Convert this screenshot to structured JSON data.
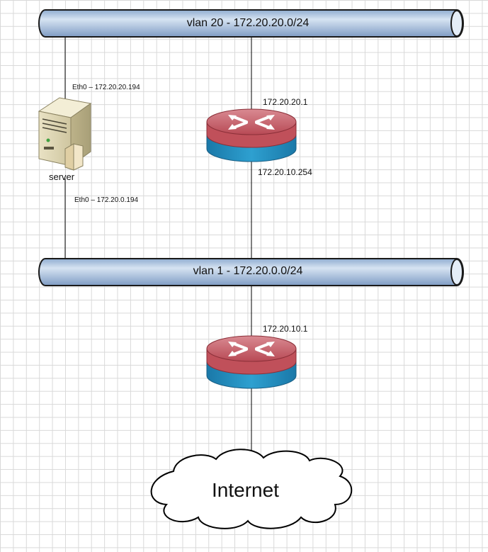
{
  "buses": {
    "top": {
      "label": "vlan 20 - 172.20.20.0/24"
    },
    "bottom": {
      "label": "vlan 1 - 172.20.0.0/24"
    }
  },
  "server": {
    "name": "server",
    "eth_top": "Eth0 – 172.20.20.194",
    "eth_bottom": "Eth0 – 172.20.0.194"
  },
  "router1": {
    "ip_top": "172.20.20.1",
    "ip_bottom": "172.20.10.254"
  },
  "router2": {
    "ip_top": "172.20.10.1"
  },
  "cloud": {
    "label": "Internet"
  },
  "colors": {
    "bus_fill": "#b9cfe6",
    "router_top": "#c0505a",
    "router_body": "#1f8fc0"
  }
}
